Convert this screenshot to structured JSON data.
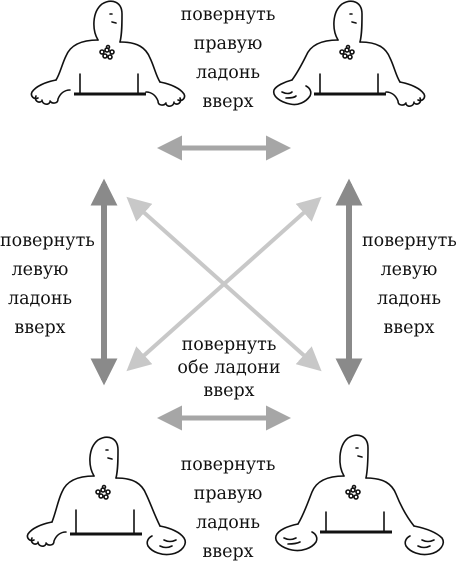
{
  "colors": {
    "ink": "#111111",
    "arrow_light": "#c8c8c8",
    "arrow_medium": "#a6a6a6",
    "arrow_dark": "#8a8a8a"
  },
  "labels": {
    "top_center": [
      "повернуть",
      "правую",
      "ладонь",
      "вверх"
    ],
    "left_middle": [
      "повернуть",
      "левую",
      "ладонь",
      "вверх"
    ],
    "right_middle": [
      "повернуть",
      "левую",
      "ладонь",
      "вверх"
    ],
    "center_bottom": [
      "повернуть",
      "обе ладони",
      "вверх"
    ],
    "bottom_center": [
      "повернуть",
      "правую",
      "ладонь",
      "вверх"
    ]
  },
  "figures": {
    "top_left": {
      "icon": "person-both-palms-down-icon",
      "right_palm": "down",
      "left_palm": "down"
    },
    "top_right": {
      "icon": "person-right-palm-up-icon",
      "right_palm": "up",
      "left_palm": "down"
    },
    "bottom_left": {
      "icon": "person-left-palm-up-icon",
      "right_palm": "down",
      "left_palm": "up"
    },
    "bottom_right": {
      "icon": "person-both-palms-up-icon",
      "right_palm": "up",
      "left_palm": "up"
    }
  },
  "arrows": [
    {
      "name": "top-horizontal-arrow",
      "from": "top_left",
      "to": "top_right",
      "shade": "arrow_medium"
    },
    {
      "name": "bottom-horizontal-arrow",
      "from": "bottom_left",
      "to": "bottom_right",
      "shade": "arrow_medium"
    },
    {
      "name": "left-vertical-arrow",
      "from": "top_left",
      "to": "bottom_left",
      "shade": "arrow_dark"
    },
    {
      "name": "right-vertical-arrow",
      "from": "top_right",
      "to": "bottom_right",
      "shade": "arrow_dark"
    },
    {
      "name": "diagonal-arrow-tl-br",
      "from": "top_left",
      "to": "bottom_right",
      "shade": "arrow_light"
    },
    {
      "name": "diagonal-arrow-bl-tr",
      "from": "bottom_left",
      "to": "top_right",
      "shade": "arrow_light"
    }
  ]
}
